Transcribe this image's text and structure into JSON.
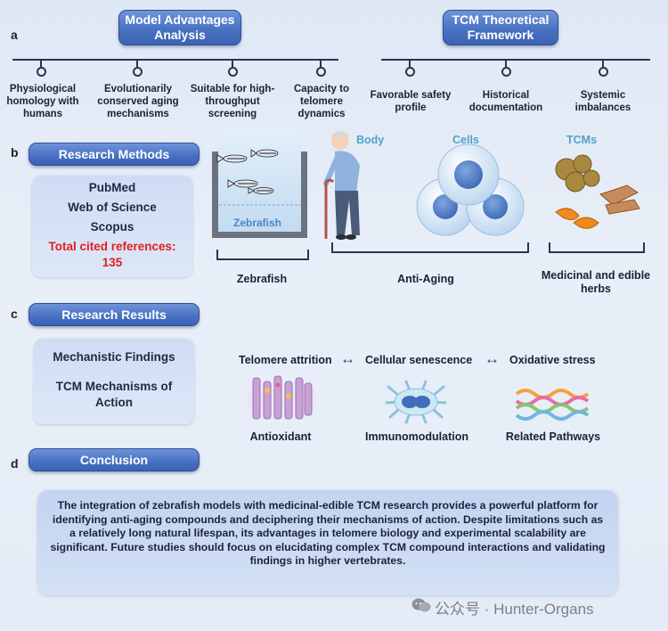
{
  "sections": {
    "a": "a",
    "b": "b",
    "c": "c",
    "d": "d"
  },
  "headers": {
    "model_advantages": "Model Advantages Analysis",
    "tcm_framework": "TCM Theoretical Framework",
    "research_methods": "Research Methods",
    "research_results": "Research Results",
    "conclusion": "Conclusion"
  },
  "model_advantages": [
    "Physiological homology with humans",
    "Evolutionarily conserved aging mechanisms",
    "Suitable for high-throughput screening",
    "Capacity to telomere dynamics"
  ],
  "tcm_framework": [
    "Favorable safety profile",
    "Historical documentation",
    "Systemic imbalances"
  ],
  "methods": {
    "databases": [
      "PubMed",
      "Web of Science",
      "Scopus"
    ],
    "total_label": "Total cited references:",
    "total_value": "135"
  },
  "illustration": {
    "tank_label": "Zebrafish",
    "zebrafish_caption": "Zebrafish",
    "body": "Body",
    "cells": "Cells",
    "tcms": "TCMs",
    "anti_aging": "Anti-Aging",
    "herbs_caption": "Medicinal and edible herbs"
  },
  "results": {
    "items": [
      "Mechanistic Findings",
      "TCM Mechanisms of Action"
    ],
    "flow": [
      "Telomere attrition",
      "Cellular senescence",
      "Oxidative stress"
    ],
    "arrow": "↔",
    "icons": [
      "Antioxidant",
      "Immunomodulation",
      "Related Pathways"
    ]
  },
  "conclusion_text": "The integration of zebrafish models with medicinal-edible TCM research provides a powerful platform for identifying anti-aging compounds and deciphering their mechanisms of action. Despite limitations such as a relatively long natural lifespan, its advantages in telomere biology and experimental scalability are significant. Future studies should focus on elucidating complex TCM compound interactions and validating findings in higher vertebrates.",
  "watermark": "公众号 · Hunter-Organs",
  "colors": {
    "accent": "#4a72c4",
    "highlight": "#e02020",
    "cells": "#4fa3c7"
  }
}
